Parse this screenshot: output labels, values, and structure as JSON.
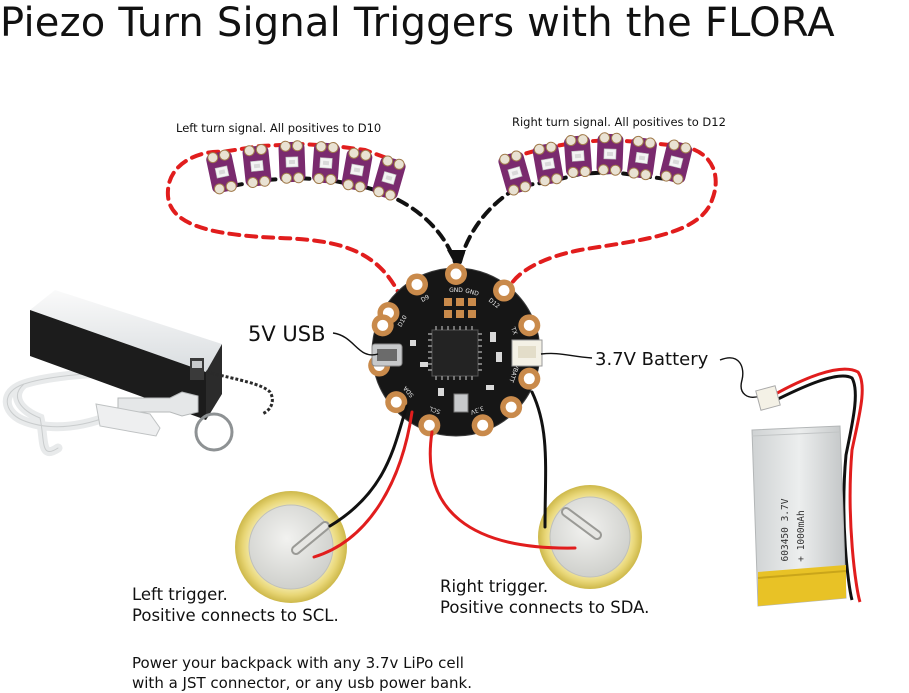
{
  "title": "Piezo Turn Signal Triggers with the FLORA",
  "labels": {
    "left_strip": "Left turn signal. All positives to D10",
    "right_strip": "Right turn signal. All positives to D12",
    "usb": "5V USB",
    "battery": "3.7V Battery"
  },
  "captions": {
    "left_trigger": [
      "Left trigger.",
      "Positive connects to SCL."
    ],
    "right_trigger": [
      "Right trigger.",
      "Positive connects to SDA."
    ],
    "power": [
      "Power your backpack with any 3.7v LiPo cell",
      "with a JST connector, or any usb power bank."
    ]
  },
  "board": {
    "pads": [
      "GND",
      "D9",
      "D10",
      "D12",
      "GND",
      "TX",
      "SCL",
      "SDA",
      "3.3V",
      "VBATT"
    ]
  },
  "battery_print": [
    "603450 3.7V",
    "+ 1000mAh"
  ],
  "colors": {
    "positive_wire": "#e11d1d",
    "ground_wire": "#111111",
    "pixel_board": "#7a2a6e",
    "flora_board": "#161616",
    "pad": "#c98a4b",
    "battery_body": "#d8dadb",
    "battery_tape": "#e8c226",
    "powerbank": "#1c1c1c"
  }
}
